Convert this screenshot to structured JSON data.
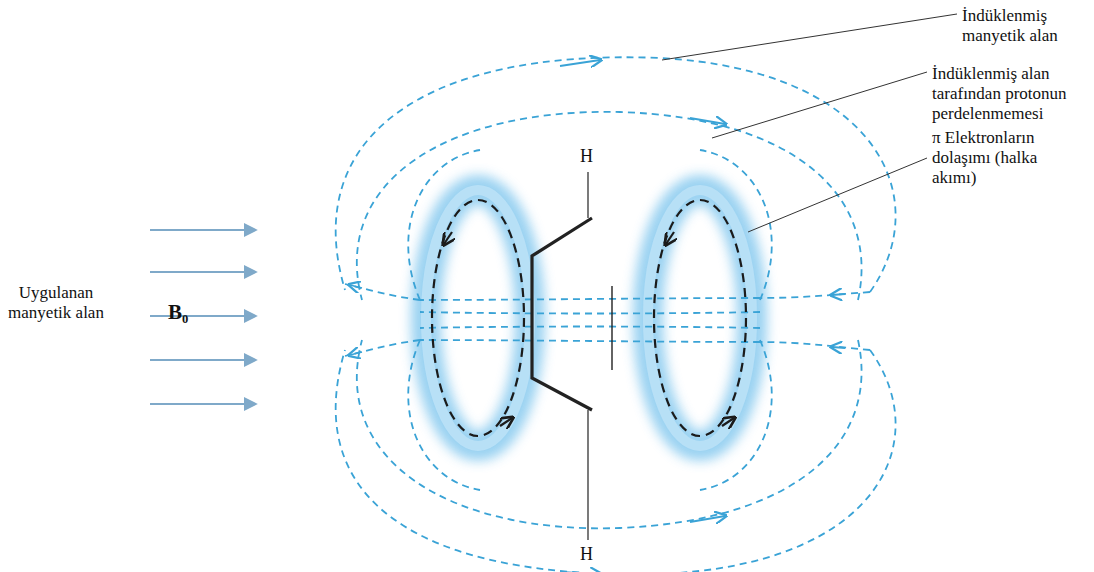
{
  "diagram": {
    "labels": [
      "İndüklenmiş manyetik alan",
      "İndüklenmiş alan tarafından protonun perdelenmemesi",
      "π Elektronların dolaşımı (halka akımı)",
      "Uygulanan manyetik alan",
      "B₀",
      "H",
      "H"
    ]
  }
}
